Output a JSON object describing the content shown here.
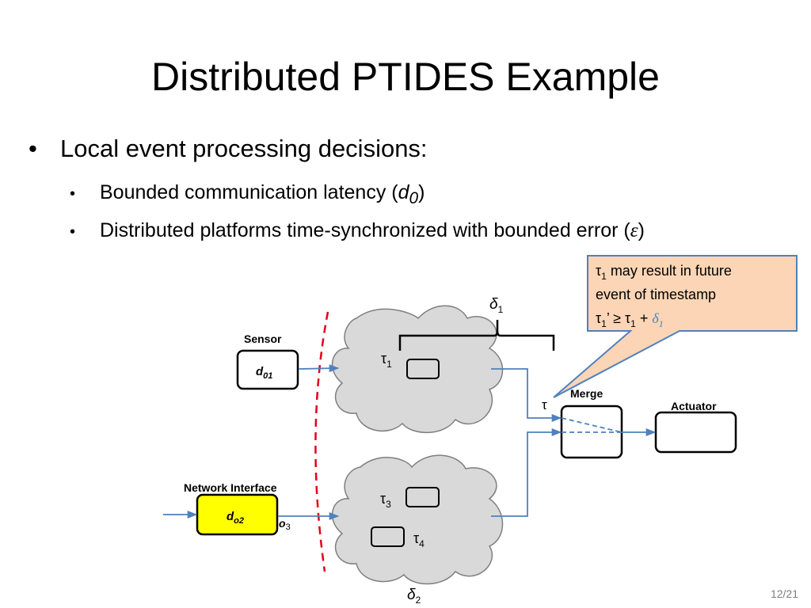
{
  "slide": {
    "title": "Distributed PTIDES Example",
    "number": "12/21"
  },
  "bullets": {
    "level1": {
      "text": "Local event processing decisions:"
    },
    "level2": [
      {
        "text": "Bounded communication latency   (",
        "symbol": "d",
        "subscript": "0",
        "close": ")"
      },
      {
        "text": "Distributed platforms time-synchronized with bounded error  (",
        "symbol": "ε",
        "close": ")"
      }
    ]
  },
  "diagram": {
    "sensor_label": "Sensor",
    "sensor_box": {
      "text": "d",
      "sub": "01"
    },
    "network_label": "Network Interface",
    "network_box": {
      "text": "d",
      "sub": "o2"
    },
    "network_output": {
      "text": "o",
      "sub": "3"
    },
    "merge_label": "Merge",
    "actuator_label": "Actuator",
    "tau": "τ",
    "tau1": {
      "text": "τ",
      "sub": "1"
    },
    "tau3": {
      "text": "τ",
      "sub": "3"
    },
    "tau4": {
      "text": "τ",
      "sub": "4"
    },
    "delta1": {
      "text": "δ",
      "sub": "1"
    },
    "delta2": {
      "text": "δ",
      "sub": "2"
    },
    "callout": {
      "line1_a": "τ",
      "line1_sub": "1",
      "line1_b": " may result in future",
      "line2": "event of timestamp",
      "line3_a": "τ",
      "line3_sub1": "1",
      "line3_b": "’ ≥ τ",
      "line3_sub2": "1",
      "line3_c": " + ",
      "line3_delta": "δ",
      "line3_delta_sub": "1"
    },
    "colors": {
      "arrow": "#4f81bd",
      "callout_fill": "#fbd5b5",
      "callout_border": "#4f81bd",
      "network_fill": "#ffff00",
      "boundary": "#e3001b",
      "cloud_fill": "#d9d9d9",
      "cloud_stroke": "#7f7f7f"
    }
  }
}
